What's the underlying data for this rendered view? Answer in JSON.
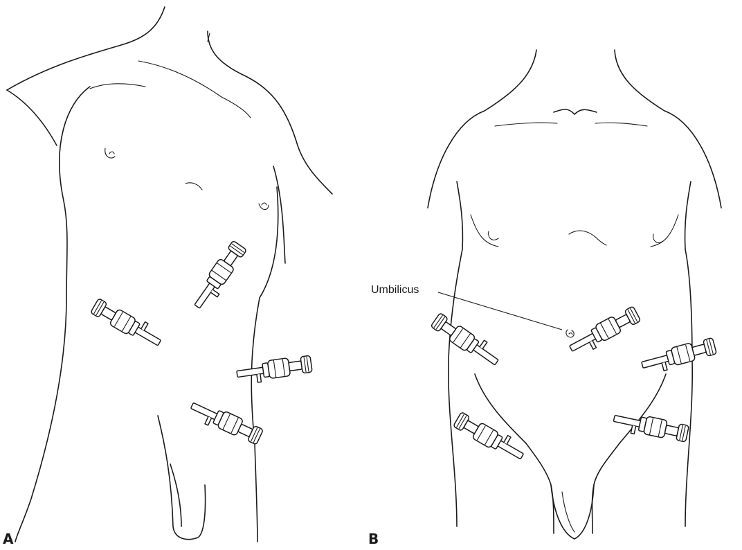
{
  "figure": {
    "panels": [
      {
        "label": "A"
      },
      {
        "label": "B"
      }
    ],
    "annotations": {
      "umbilicus": "Umbilicus"
    }
  }
}
